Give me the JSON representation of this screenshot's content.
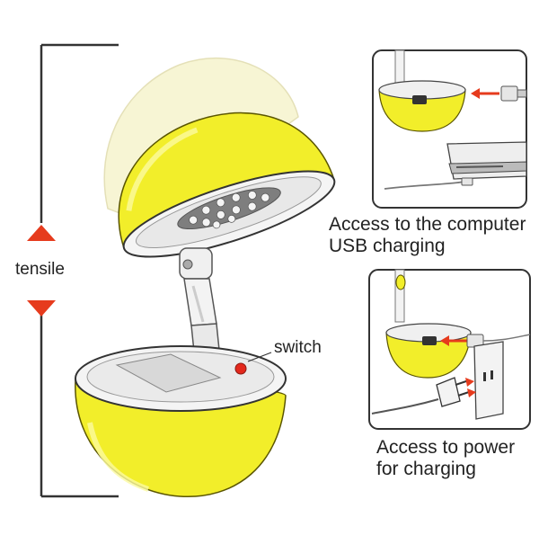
{
  "labels": {
    "tensile": "tensile",
    "switch": "switch",
    "usb_caption": [
      "Access to the computer",
      "USB charging"
    ],
    "power_caption": [
      "Access to power",
      "for charging"
    ]
  },
  "colors": {
    "lamp_yellow": "#f2ee2a",
    "lamp_yellow_dark": "#d8d21a",
    "arrow_red": "#e63b1d",
    "outline": "#333333",
    "panel_border": "#333333",
    "switch_red": "#e3281c"
  }
}
